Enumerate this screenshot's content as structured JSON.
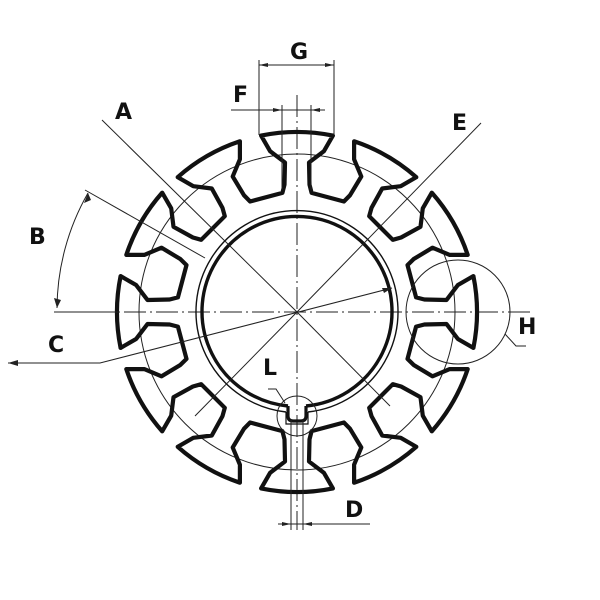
{
  "diagram": {
    "type": "technical-drawing",
    "subject": "12-tooth slotted annular profile cross-section with dimension callouts",
    "tooth_count": 12,
    "colors": {
      "line": "#111111",
      "background": "#ffffff"
    },
    "labels": {
      "A": "A",
      "B": "B",
      "C": "C",
      "D": "D",
      "E": "E",
      "F": "F",
      "G": "G",
      "H": "H",
      "L": "L"
    },
    "callouts": [
      {
        "id": "A",
        "meaning": "diagonal diameter leader (upper-left)"
      },
      {
        "id": "B",
        "meaning": "angular dimension between teeth"
      },
      {
        "id": "C",
        "meaning": "inner bore diameter leader"
      },
      {
        "id": "D",
        "meaning": "keyway slot width (bottom)"
      },
      {
        "id": "E",
        "meaning": "diagonal diameter leader (upper-right)"
      },
      {
        "id": "F",
        "meaning": "tooth neck width"
      },
      {
        "id": "G",
        "meaning": "tooth head width"
      },
      {
        "id": "H",
        "meaning": "detail circle around right tooth"
      },
      {
        "id": "L",
        "meaning": "detail circle around keyway notch"
      }
    ]
  }
}
